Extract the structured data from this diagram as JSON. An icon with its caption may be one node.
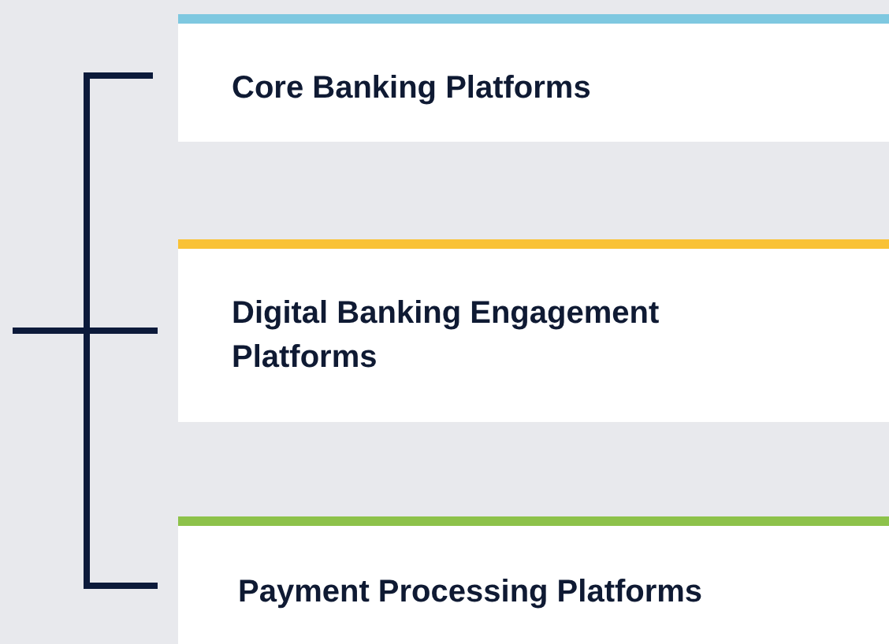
{
  "diagram": {
    "nodes": [
      {
        "text": [
          "Core Banking Platforms"
        ]
      },
      {
        "text": [
          "Digital Banking Engagement Platforms"
        ]
      },
      {
        "text": [
          "Payment Processing Platforms"
        ]
      }
    ]
  }
}
